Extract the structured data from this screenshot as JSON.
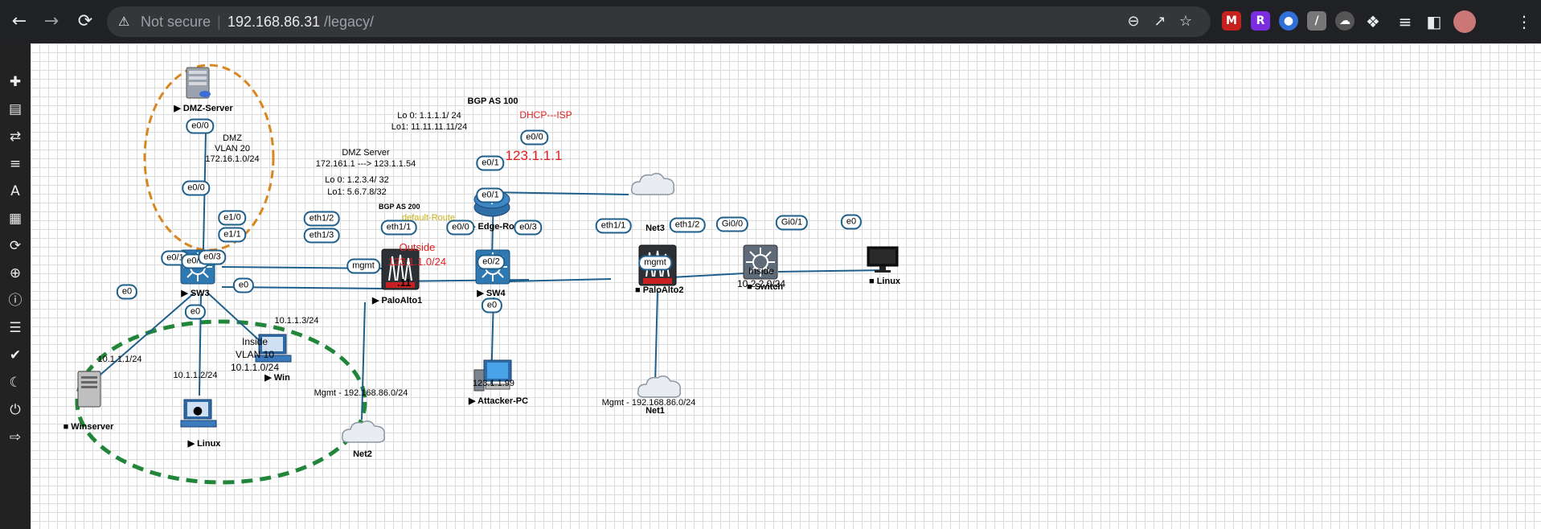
{
  "browser": {
    "security_warning": "Not secure",
    "url_host": "192.168.86.31",
    "url_path": "/legacy/",
    "back_icon": "arrow-left-icon",
    "forward_icon": "arrow-right-icon",
    "reload_icon": "reload-icon",
    "extensions": [
      "gmail-extension-icon",
      "r-extension-icon",
      "blue-extension-icon",
      "grey-extension-icon",
      "cloud-extension-icon",
      "puzzle-icon"
    ]
  },
  "sidebar": {
    "items": [
      "add-icon",
      "server-icon",
      "swap-icon",
      "text-align-icon",
      "text-icon",
      "grid-icon",
      "refresh-icon",
      "zoom-icon",
      "info-icon",
      "list-icon",
      "check-icon",
      "moon-icon",
      "power-icon",
      "logout-icon"
    ]
  },
  "topology": {
    "nodes": {
      "dmz_server": "DMZ-Server",
      "sw3": "SW3",
      "winserver": "Winserver",
      "linux_inside": "Linux",
      "win": "Win",
      "paloalto1": "PaloAlto1",
      "net2": "Net2",
      "edge_router": "Edge-Rou",
      "net3": "Net3",
      "sw4": "SW4",
      "attacker_pc": "Attacker-PC",
      "paloalto2": "PaloAlto2",
      "net1": "Net1",
      "switch": "Switch",
      "linux_right": "Linux"
    },
    "ports": {
      "dmz_e00_top": "e0/0",
      "sw3_e00": "e0/0",
      "sw3_e10": "e1/0",
      "sw3_e11": "e1/1",
      "pa1_eth12": "eth1/2",
      "pa1_eth13": "eth1/3",
      "pa1_eth11": "eth1/1",
      "pa1_mgmt": "mgmt",
      "sw3_e01": "e0/1",
      "sw3_e02": "e0/2",
      "sw3_e03": "e0/3",
      "winserver_e0": "e0",
      "linux_e0": "e0",
      "win_e0": "e0",
      "edge_e00": "e0/0",
      "edge_e01": "e0/1",
      "sw4_e01": "e0/1",
      "sw4_e00": "e0/0",
      "sw4_e03": "e0/3",
      "sw4_e02": "e0/2",
      "attacker_e0": "e0",
      "pa2_eth11": "eth1/1",
      "pa2_eth12": "eth1/2",
      "pa2_mgmt": "mgmt",
      "switch_gi00": "Gi0/0",
      "switch_gi01": "Gi0/1",
      "linux_right_e0": "e0"
    },
    "labels": {
      "dmz": "DMZ",
      "dmz_vlan": "VLAN 20",
      "dmz_subnet": "172.16.1.0/24",
      "dmz_server_title": "DMZ Server",
      "dmz_nat": "172.161.1 ---> 123.1.1.54",
      "pa1_lo0": "Lo 0: 1.2.3.4/ 32",
      "pa1_lo1": "Lo1: 5.6.7.8/32",
      "bgp200": "BGP AS 200",
      "pa1_suffix": ".11",
      "default_route": "default-Route",
      "outside": "Outside",
      "outside_subnet": "123.1.1.0/24",
      "bgp100": "BGP AS 100",
      "edge_lo0": "Lo 0: 1.1.1.1/ 24",
      "edge_lo1": "Lo1: 11.11.11.11/24",
      "dhcp_isp": "DHCP---ISP",
      "edge_ip": "123.1.1.1",
      "attacker_ip": "123.1.1.99",
      "mgmt_left": "Mgmt - 192.168.86.0/24",
      "mgmt_right": "Mgmt - 192.168.86.0/24",
      "winserver_ip": "10.1.1.1/24",
      "linux_ip": "10.1.1.2/24",
      "win_ip": "10.1.1.3/24",
      "inside_left": "Inside",
      "inside_vlan": "VLAN 10",
      "inside_left_subnet": "10.1.1.0/24",
      "inside_right": "Inside",
      "inside_right_subnet": "10.2.2.0/24"
    }
  }
}
